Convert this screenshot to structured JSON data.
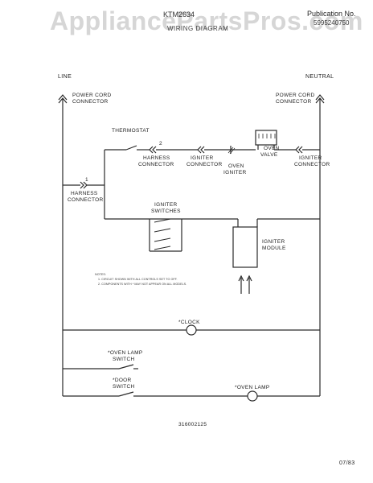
{
  "header": {
    "watermark": "AppliancePartsPros.com",
    "model": "KTM2634",
    "subtitle": "WIRING DIAGRAM",
    "publication_label": "Publication No.",
    "publication_number": "5995240750"
  },
  "diagram": {
    "line": "LINE",
    "neutral": "NEUTRAL",
    "power_cord_left": [
      "POWER CORD",
      "CONNECTOR"
    ],
    "power_cord_right": [
      "POWER CORD",
      "CONNECTOR"
    ],
    "thermostat": "THERMOSTAT",
    "thermostat_pin": "2",
    "harness_connector_top": [
      "HARNESS",
      "CONNECTOR"
    ],
    "igniter_connector_mid": [
      "IGNITER",
      "CONNECTOR"
    ],
    "oven_igniter": [
      "OVEN",
      "IGNITER"
    ],
    "oven_valve": [
      "OVEN",
      "VALVE"
    ],
    "igniter_connector_right": [
      "IGNITER",
      "CONNECTOR"
    ],
    "harness_connector_left": [
      "HARNESS",
      "CONNECTOR"
    ],
    "harness_pin": "1",
    "igniter_switches": [
      "IGNITER",
      "SWITCHES"
    ],
    "igniter_module": [
      "IGNITER",
      "MODULE"
    ],
    "notes_title": "NOTES:",
    "notes": [
      "1. CIRCUIT SHOWN WITH ALL CONTROLS SET TO OFF.",
      "2. COMPONENTS WITH * MAY NOT APPEAR ON ALL MODELS."
    ],
    "clock": "*CLOCK",
    "oven_lamp_switch": [
      "*OVEN LAMP",
      "SWITCH"
    ],
    "door_switch": [
      "*DOOR",
      "SWITCH"
    ],
    "oven_lamp": "*OVEN LAMP",
    "drawing_number": "316002125",
    "date": "07/83"
  }
}
